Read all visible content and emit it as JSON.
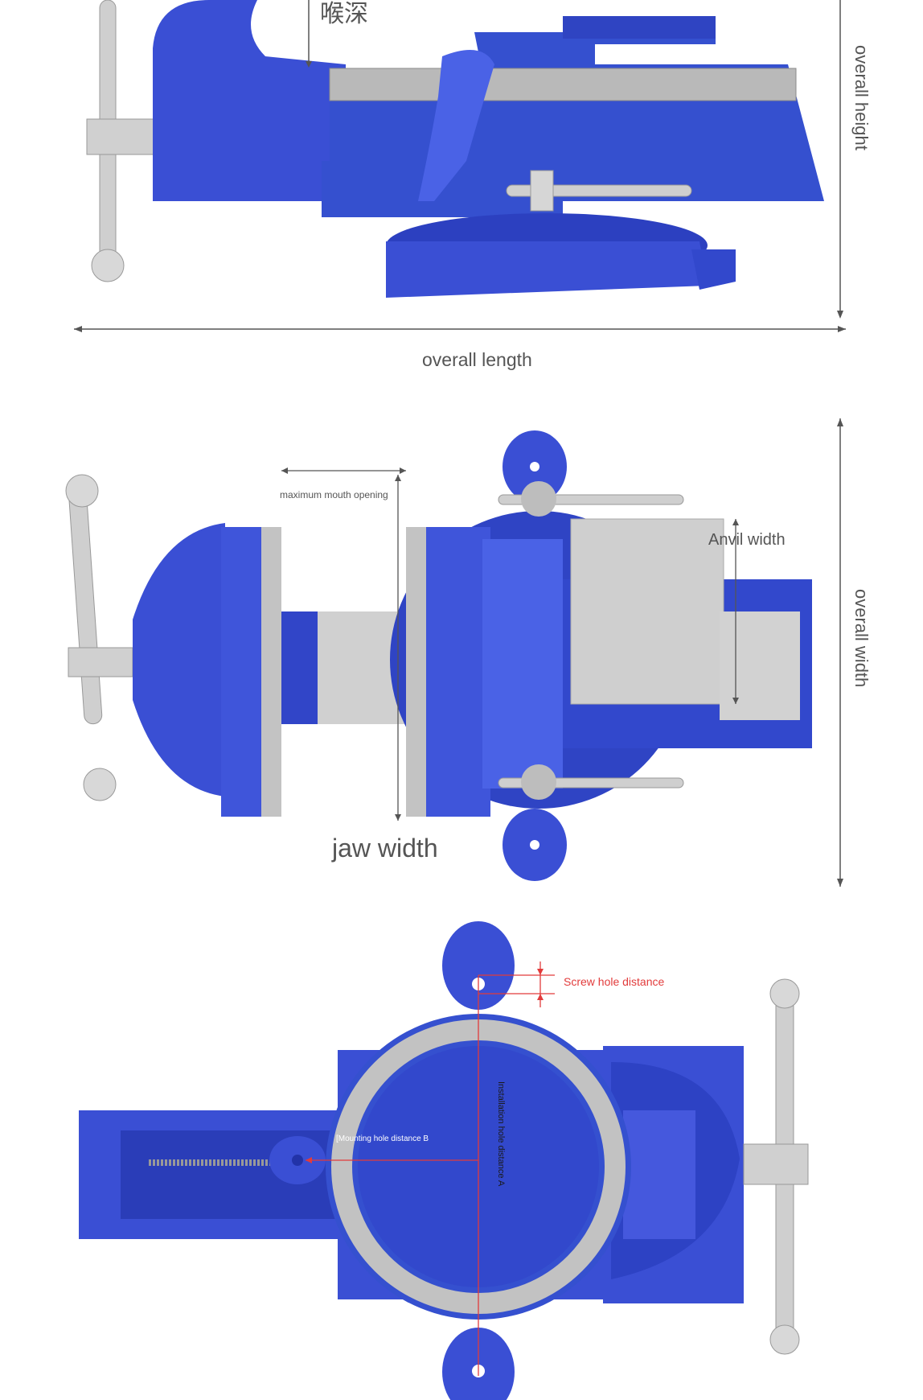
{
  "colors": {
    "vise_blue": "#3a4fd4",
    "vise_blue_dark": "#2233a8",
    "vise_blue_light": "#5b70ea",
    "steel": "#c8c8c8",
    "steel_dark": "#8f8f8f",
    "dimension_line": "#555555",
    "annotation_red": "#e23b3b"
  },
  "side_view": {
    "throat_depth_label": "喉深",
    "overall_height_label": "overall height",
    "overall_length_label": "overall length"
  },
  "top_view": {
    "max_mouth_opening_label": "maximum mouth opening",
    "anvil_width_label": "Anvil width",
    "overall_width_label": "overall width",
    "jaw_width_label": "jaw width"
  },
  "bottom_view": {
    "screw_hole_distance_label": "Screw hole distance",
    "mounting_hole_distance_b_label": "[Mounting hole distance B",
    "installation_hole_distance_a_label": "Installation hole distance A"
  },
  "icons": {
    "handle": "t-handle-icon",
    "base": "swivel-base-icon"
  }
}
